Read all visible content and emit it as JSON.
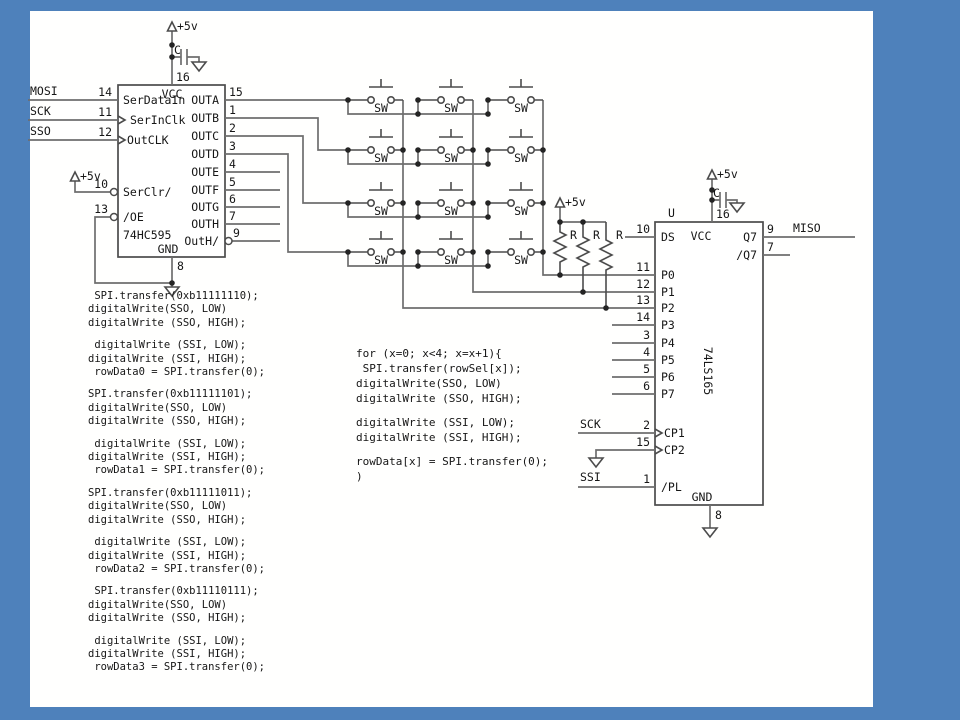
{
  "slide": {
    "background": "#4e81bb",
    "paper": "#ffffff",
    "ink": "#161616"
  },
  "hc595": {
    "part": "74HC595",
    "vcc_label": "VCC",
    "gnd_label": "GND",
    "vcc_pin": "16",
    "gnd_pin": "8",
    "left_pins": [
      {
        "num": "14",
        "name": "SerDataIn"
      },
      {
        "num": "11",
        "name": "SerInClk"
      },
      {
        "num": "12",
        "name": "OutCLK"
      },
      {
        "num": "10",
        "name": "SerClr/"
      },
      {
        "num": "13",
        "name": "/OE"
      }
    ],
    "right_pins": [
      {
        "num": "15",
        "name": "OUTA"
      },
      {
        "num": "1",
        "name": "OUTB"
      },
      {
        "num": "2",
        "name": "OUTC"
      },
      {
        "num": "3",
        "name": "OUTD"
      },
      {
        "num": "4",
        "name": "OUTE"
      },
      {
        "num": "5",
        "name": "OUTF"
      },
      {
        "num": "6",
        "name": "OUTG"
      },
      {
        "num": "7",
        "name": "OUTH"
      },
      {
        "num": "9",
        "name": "OutH/"
      }
    ]
  },
  "ls165": {
    "designator": "U",
    "part": "74LS165",
    "vcc_label": "VCC",
    "gnd_label": "GND",
    "vcc_pin": "16",
    "gnd_pin": "8",
    "left_pins": [
      {
        "num": "10",
        "name": "DS"
      },
      {
        "num": "11",
        "name": "P0"
      },
      {
        "num": "12",
        "name": "P1"
      },
      {
        "num": "13",
        "name": "P2"
      },
      {
        "num": "14",
        "name": "P3"
      },
      {
        "num": "3",
        "name": "P4"
      },
      {
        "num": "4",
        "name": "P5"
      },
      {
        "num": "5",
        "name": "P6"
      },
      {
        "num": "6",
        "name": "P7"
      },
      {
        "num": "2",
        "name": "CP1"
      },
      {
        "num": "15",
        "name": "CP2"
      },
      {
        "num": "1",
        "name": "/PL"
      }
    ],
    "right_pins": [
      {
        "num": "9",
        "name": "Q7"
      },
      {
        "num": "7",
        "name": "/Q7"
      }
    ]
  },
  "nets": {
    "mosi": "MOSI",
    "sck": "SCK",
    "sso": "SSO",
    "sck_165": "SCK",
    "ssi": "SSI",
    "miso": "MISO"
  },
  "symbols": {
    "switch": "SW",
    "resistor": "R",
    "capacitor": "C",
    "plus5v": "+5v"
  },
  "code_left": {
    "groups": [
      [
        " SPI.transfer(0xb11111110);",
        "digitalWrite(SSO, LOW)",
        "digitalWrite (SSO, HIGH);"
      ],
      [
        " digitalWrite (SSI, LOW);",
        "digitalWrite (SSI, HIGH);",
        " rowData0 = SPI.transfer(0);"
      ],
      [
        "SPI.transfer(0xb11111101);",
        "digitalWrite(SSO, LOW)",
        "digitalWrite (SSO, HIGH);"
      ],
      [
        " digitalWrite (SSI, LOW);",
        "digitalWrite (SSI, HIGH);",
        " rowData1 = SPI.transfer(0);"
      ],
      [
        "SPI.transfer(0xb11111011);",
        "digitalWrite(SSO, LOW)",
        "digitalWrite (SSO, HIGH);"
      ],
      [
        " digitalWrite (SSI, LOW);",
        "digitalWrite (SSI, HIGH);",
        " rowData2 = SPI.transfer(0);"
      ],
      [
        " SPI.transfer(0xb11110111);",
        "digitalWrite(SSO, LOW)",
        "digitalWrite (SSO, HIGH);"
      ],
      [
        " digitalWrite (SSI, LOW);",
        "digitalWrite (SSI, HIGH);",
        " rowData3 = SPI.transfer(0);"
      ]
    ]
  },
  "code_mid": {
    "groups": [
      [
        "for (x=0; x<4; x=x+1){",
        " SPI.transfer(rowSel[x]);",
        "digitalWrite(SSO, LOW)",
        "digitalWrite (SSO, HIGH);"
      ],
      [
        "digitalWrite (SSI, LOW);",
        "digitalWrite (SSI, HIGH);"
      ],
      [
        "rowData[x] = SPI.transfer(0);",
        ")"
      ]
    ]
  }
}
